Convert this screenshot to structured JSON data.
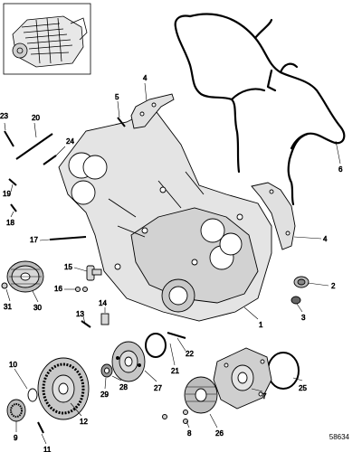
{
  "figure_number": "58634",
  "callouts": [
    {
      "id": "c1",
      "label": "1"
    },
    {
      "id": "c2",
      "label": "2"
    },
    {
      "id": "c3",
      "label": "3"
    },
    {
      "id": "c4a",
      "label": "4"
    },
    {
      "id": "c4b",
      "label": "4"
    },
    {
      "id": "c5",
      "label": "5"
    },
    {
      "id": "c6",
      "label": "6"
    },
    {
      "id": "c7",
      "label": "7"
    },
    {
      "id": "c8",
      "label": "8"
    },
    {
      "id": "c9",
      "label": "9"
    },
    {
      "id": "c10",
      "label": "10"
    },
    {
      "id": "c11",
      "label": "11"
    },
    {
      "id": "c12",
      "label": "12"
    },
    {
      "id": "c13",
      "label": "13"
    },
    {
      "id": "c14",
      "label": "14"
    },
    {
      "id": "c15",
      "label": "15"
    },
    {
      "id": "c16",
      "label": "16"
    },
    {
      "id": "c17",
      "label": "17"
    },
    {
      "id": "c18",
      "label": "18"
    },
    {
      "id": "c19",
      "label": "19"
    },
    {
      "id": "c20",
      "label": "20"
    },
    {
      "id": "c21",
      "label": "21"
    },
    {
      "id": "c22",
      "label": "22"
    },
    {
      "id": "c23",
      "label": "23"
    },
    {
      "id": "c24",
      "label": "24"
    },
    {
      "id": "c25",
      "label": "25"
    },
    {
      "id": "c26",
      "label": "26"
    },
    {
      "id": "c27",
      "label": "27"
    },
    {
      "id": "c28",
      "label": "28"
    },
    {
      "id": "c29",
      "label": "29"
    },
    {
      "id": "c30",
      "label": "30"
    },
    {
      "id": "c31",
      "label": "31"
    }
  ]
}
